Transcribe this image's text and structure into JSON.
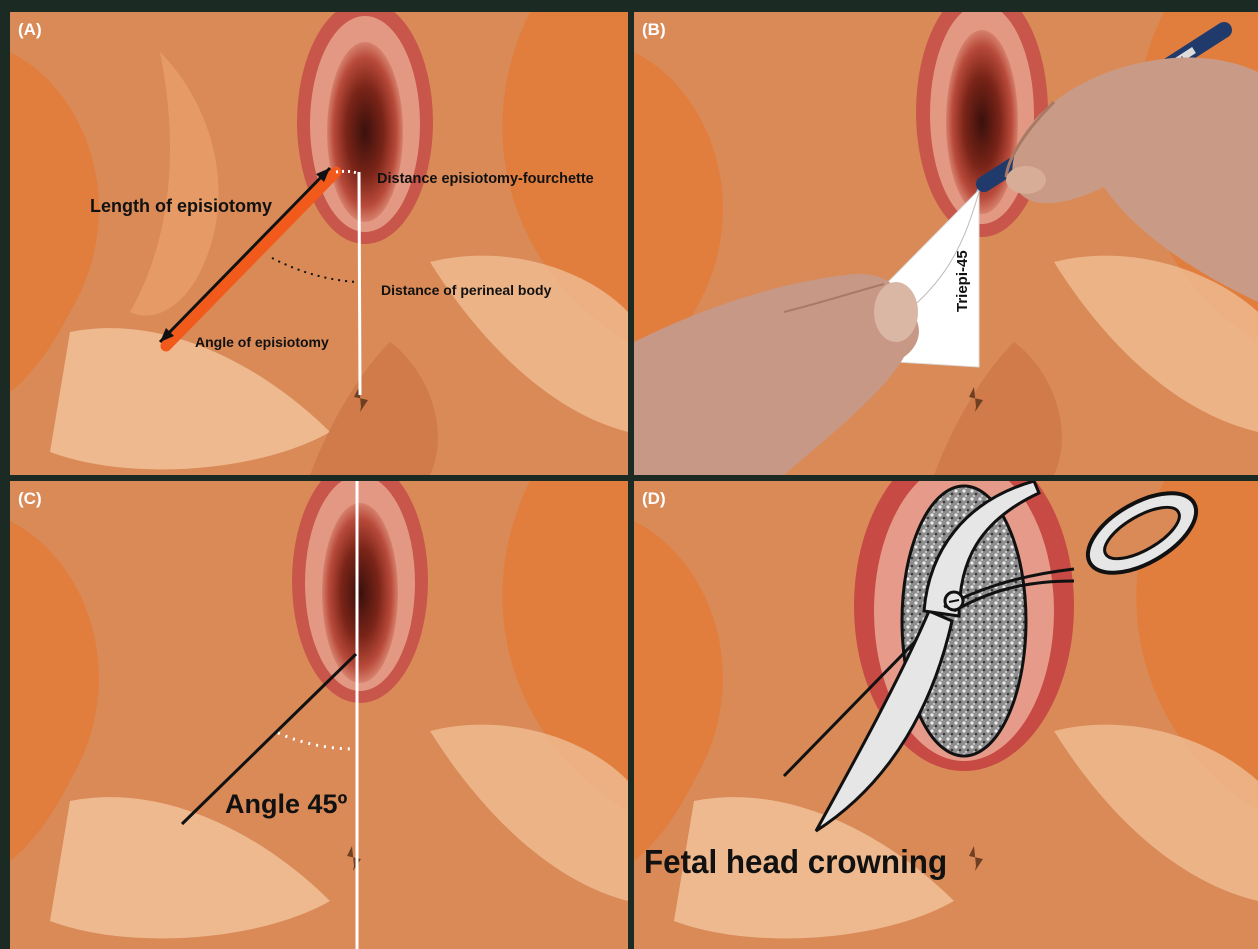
{
  "panels": {
    "a": {
      "label": "(A)",
      "length_label": "Length of episiotomy",
      "distance_episiotomy_fourchette_label": "Distance episiotomy-fourchette",
      "distance_perineal_label": "Distance of perineal body",
      "angle_label": "Angle of episiotomy"
    },
    "b": {
      "label": "(B)",
      "device_label": "Triepi-45"
    },
    "c": {
      "label": "(C)",
      "angle_label": "Angle 45º"
    },
    "d": {
      "label": "(D)",
      "caption": "Fetal head crowning"
    }
  },
  "colors": {
    "skin_base": "#d98a57",
    "skin_light": "#efb98d",
    "skin_orange": "#e5803c",
    "vulva_red": "#a83a2e",
    "line_orange": "#f25a1c",
    "line_white": "#ffffff",
    "line_black": "#111111",
    "divider": "#1b2a22"
  },
  "icons": [
    "hand-icon",
    "pen-icon",
    "scissors-icon"
  ]
}
